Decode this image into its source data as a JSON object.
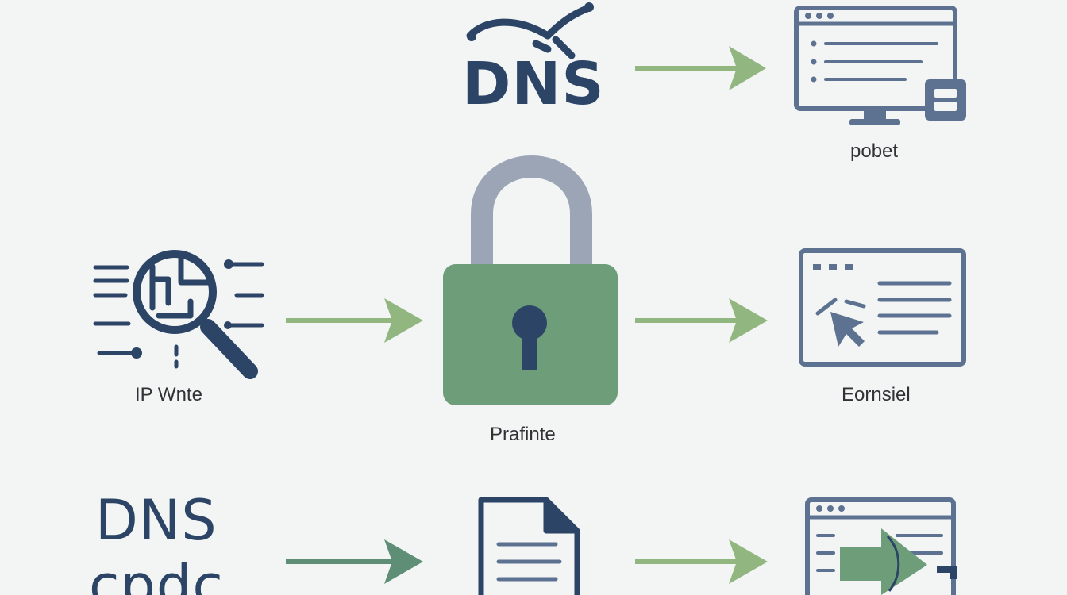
{
  "colors": {
    "navy": "#2c4466",
    "slate": "#5d7191",
    "green_arrow": "#92b67f",
    "dark_green_arrow": "#5e8e76",
    "lock_body": "#6e9d7a",
    "lock_shackle": "#9ba5b5"
  },
  "nodes": {
    "dns_top": {
      "logo_text": "DNS",
      "icon": "network-arc-icon"
    },
    "pobet": {
      "label": "pobet",
      "icon": "browser-lock-icon"
    },
    "ip_wnte": {
      "label": "IP Wnte",
      "icon": "magnifier-circuit-icon"
    },
    "prafinte": {
      "label": "Prafinte",
      "icon": "padlock-icon"
    },
    "eornsiel": {
      "label": "Eornsiel",
      "icon": "browser-cursor-icon"
    },
    "dns_bottom": {
      "line1": "DNS",
      "line2": "cpdc"
    },
    "document": {
      "icon": "document-icon"
    },
    "browser_arrow": {
      "icon": "browser-arrow-icon"
    }
  }
}
